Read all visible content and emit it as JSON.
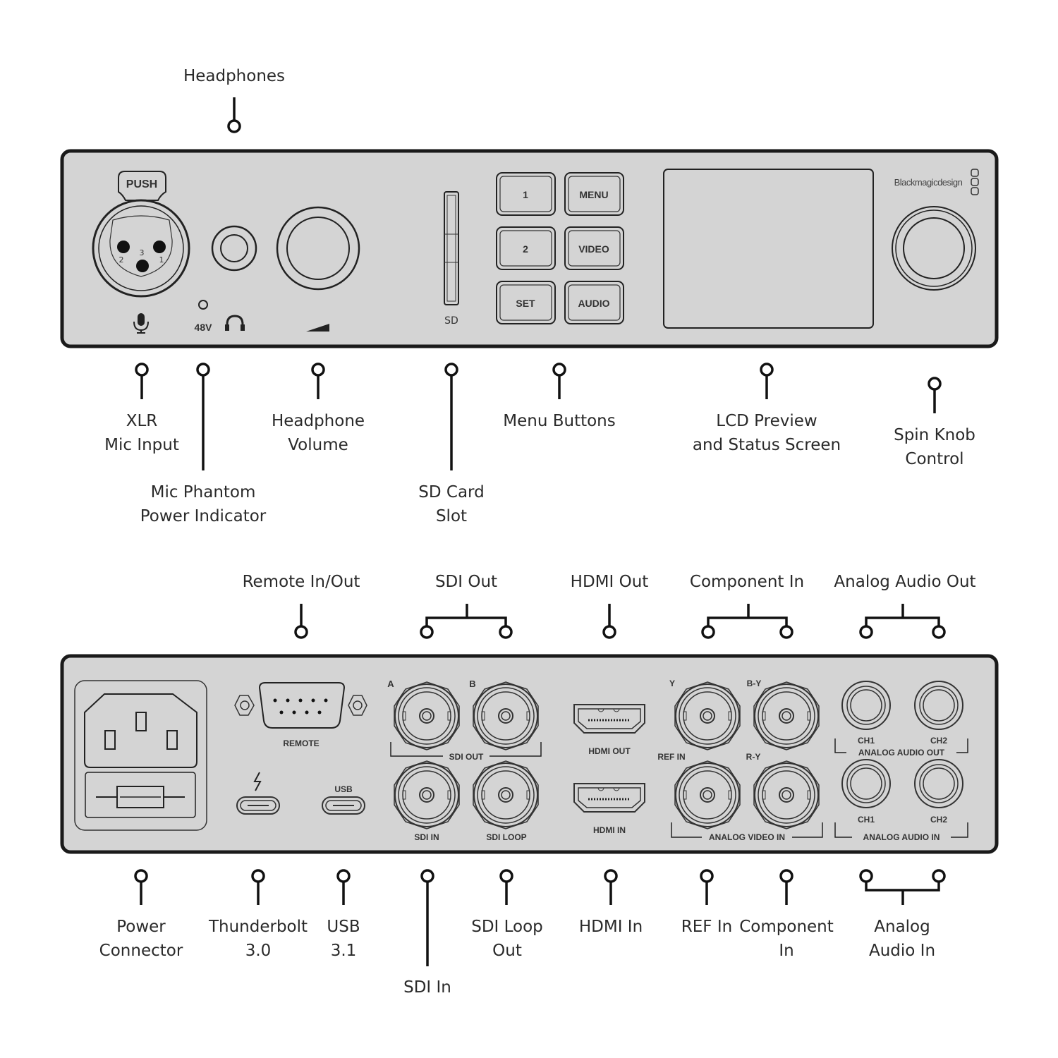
{
  "front_panel": {
    "callouts": {
      "headphones": [
        "Headphones"
      ],
      "xlr": [
        "XLR",
        "Mic Input"
      ],
      "phantom": [
        "Mic Phantom",
        "Power Indicator"
      ],
      "hp_volume": [
        "Headphone",
        "Volume"
      ],
      "sd_slot": [
        "SD Card",
        "Slot"
      ],
      "menu_buttons": [
        "Menu Buttons"
      ],
      "lcd": [
        "LCD Preview",
        "and Status Screen"
      ],
      "spin_knob": [
        "Spin Knob",
        "Control"
      ]
    },
    "labels": {
      "push": "PUSH",
      "pin1": "1",
      "pin2": "2",
      "pin3": "3",
      "v48": "48V",
      "sd": "SD",
      "brand": "Blackmagicdesign"
    },
    "buttons": {
      "b1": "1",
      "menu": "MENU",
      "b2": "2",
      "video": "VIDEO",
      "set": "SET",
      "audio": "AUDIO"
    },
    "icons": [
      "microphone-icon",
      "headphones-icon",
      "volume-ramp-icon"
    ]
  },
  "rear_panel": {
    "callouts": {
      "remote": [
        "Remote In/Out"
      ],
      "sdi_out": [
        "SDI Out"
      ],
      "hdmi_out": [
        "HDMI Out"
      ],
      "component_in_top": [
        "Component In"
      ],
      "analog_audio_out": [
        "Analog Audio Out"
      ],
      "power": [
        "Power",
        "Connector"
      ],
      "thunderbolt": [
        "Thunderbolt",
        "3.0"
      ],
      "usb": [
        "USB",
        "3.1"
      ],
      "sdi_in": [
        "SDI In"
      ],
      "sdi_loop": [
        "SDI Loop",
        "Out"
      ],
      "hdmi_in": [
        "HDMI In"
      ],
      "ref_in": [
        "REF In"
      ],
      "component_in_bottom": [
        "Component",
        "In"
      ],
      "analog_audio_in": [
        "Analog",
        "Audio In"
      ]
    },
    "labels": {
      "remote": "REMOTE",
      "usb": "USB",
      "sdi_a": "A",
      "sdi_b": "B",
      "sdi_out": "SDI OUT",
      "sdi_in": "SDI IN",
      "sdi_loop": "SDI LOOP",
      "hdmi_out": "HDMI OUT",
      "hdmi_in": "HDMI IN",
      "y": "Y",
      "by": "B-Y",
      "ref_in": "REF IN",
      "ry": "R-Y",
      "analog_video_in": "ANALOG VIDEO IN",
      "ch1_out": "CH1",
      "ch2_out": "CH2",
      "analog_audio_out": "ANALOG AUDIO OUT",
      "ch1_in": "CH1",
      "ch2_in": "CH2",
      "analog_audio_in": "ANALOG AUDIO IN"
    }
  },
  "colors": {
    "panel_fill": "#d4d4d4",
    "stroke": "#222222",
    "background": "#ffffff"
  }
}
